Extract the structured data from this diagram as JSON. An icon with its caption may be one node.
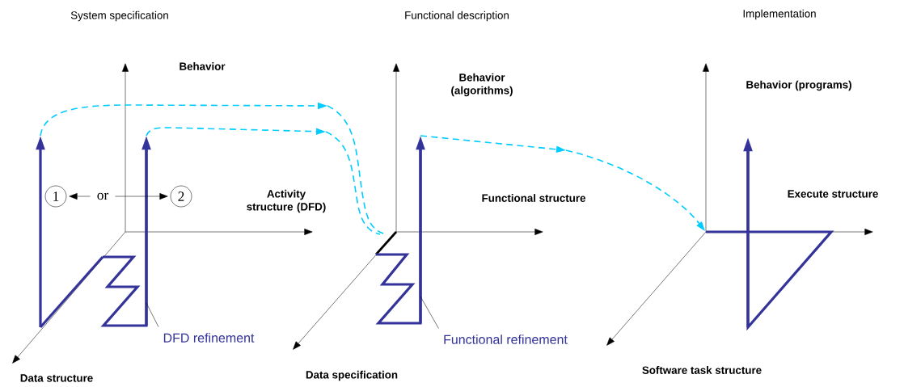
{
  "diagram": {
    "nodes": [
      {
        "text": [
          "1"
        ]
      },
      {
        "text": [
          "or"
        ]
      },
      {
        "text": [
          "2"
        ]
      },
      {
        "text": [
          "DFD refinement"
        ]
      },
      {
        "text": [
          "Functional refinement"
        ]
      }
    ],
    "edges": [
      {
        "from": 1,
        "to": 0,
        "arrow": "to"
      },
      {
        "from": 1,
        "to": 2,
        "arrow": "to"
      },
      {
        "from": 3,
        "to": null,
        "arrow": "none"
      },
      {
        "from": 4,
        "to": null,
        "arrow": "none"
      }
    ],
    "labels": [
      "System specification",
      "Functional description",
      "Implementation",
      "Behavior",
      "Behavior (algorithms)",
      "Behavior (programs)",
      "Activity structure (DFD)",
      "Functional structure",
      "Execute structure",
      "Data structure",
      "Data specification",
      "Software task structure"
    ]
  }
}
